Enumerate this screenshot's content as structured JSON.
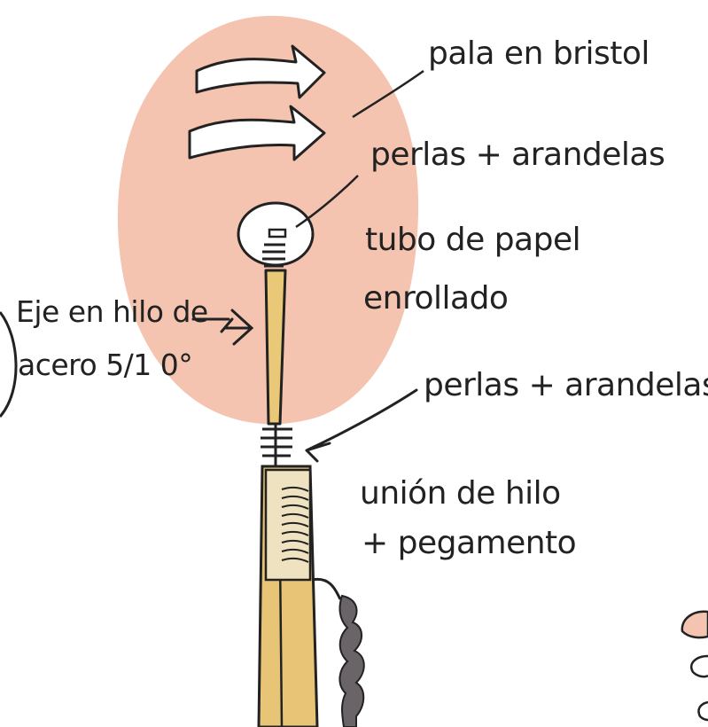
{
  "labels": {
    "paddle": "pala en bristol",
    "beads_top": "perlas + arandelas",
    "tube_line1": "tubo de papel",
    "tube_line2": "enrollado",
    "axis_line1": "Eje en hilo de",
    "axis_line2": "acero 5/1 0°",
    "beads_bottom": "perlas + arandelas",
    "joint_line1": "unión de hilo",
    "joint_line2": "+ pegamento"
  },
  "colors": {
    "paddle_fill": "#f4c4b0",
    "tube_fill": "#e9c878",
    "stick_fill": "#e8c576",
    "rope": "#6a6468",
    "ink": "#222222"
  }
}
